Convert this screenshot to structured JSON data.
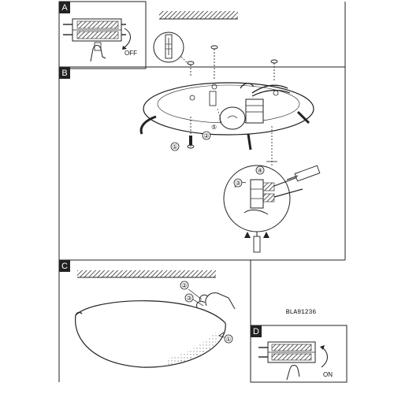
{
  "panels": {
    "a": {
      "letter": "A",
      "switch_text": "OFF"
    },
    "b": {
      "letter": "B",
      "callouts": [
        "①",
        "②",
        "③",
        "④",
        "⑤"
      ]
    },
    "c": {
      "letter": "C",
      "callouts": [
        "①",
        "②",
        "③"
      ]
    },
    "d": {
      "letter": "D",
      "switch_text": "ON"
    }
  },
  "model_code": "BLA91236"
}
